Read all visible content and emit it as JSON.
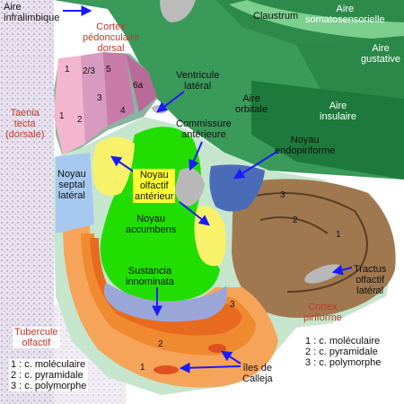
{
  "labels": {
    "aire_infralimbique": [
      "Aire",
      "infralimbique"
    ],
    "cortex_pedonculaire": [
      "Cortex",
      "pédonculaire",
      "dorsal"
    ],
    "claustrum": "Claustrum",
    "aire_somatosensorielle": [
      "Aire",
      "somatosensorielle"
    ],
    "aire_gustative": [
      "Aire",
      "gustative"
    ],
    "ventricule_lateral": [
      "Ventricule",
      "latéral"
    ],
    "aire_orbitale": [
      "Aire",
      "orbitale"
    ],
    "aire_insulaire": [
      "Aire",
      "insulaire"
    ],
    "taenia_tecta": [
      "Taenia",
      "tecta",
      "(dorsale)"
    ],
    "commissure_anterieure": [
      "Commissure",
      "antérieure"
    ],
    "noyau_endopiriforme": [
      "Noyau",
      "endopiriforme"
    ],
    "noyau_septal_lateral": [
      "Noyau",
      "septal",
      "latéral"
    ],
    "noyau_olfactif_anterieur": [
      "Noyau",
      "olfactif",
      "antérieur"
    ],
    "noyau_accumbens": [
      "Noyau",
      "accumbens"
    ],
    "substancia_innominata": [
      "Sustancia",
      "innominata"
    ],
    "tractus_olfactif_lateral": [
      "Tractus",
      "olfactif",
      "latéral"
    ],
    "cortex_piriforme": [
      "Cortex",
      "piriforme"
    ],
    "tubercule_olfactif": [
      "Tubercule",
      "olfactif"
    ],
    "iles_de_calleja": [
      "îles de",
      "Calleja"
    ]
  },
  "legend_left": [
    "1 : c. moléculaire",
    "2 : c. pyramidale",
    "3 : c. polymorphe"
  ],
  "legend_right": [
    "1 : c. moléculaire",
    "2 : c. pyramidale",
    "3 : c. polymorphe"
  ],
  "layer_numbers": {
    "cortex": [
      "1",
      "2/3",
      "5",
      "6a",
      "3",
      "4",
      "1",
      "2"
    ],
    "piriform": [
      "3",
      "2",
      "1"
    ],
    "tubercle": [
      "3",
      "2",
      "1"
    ]
  },
  "colors": {
    "arrow": "#1a1aff",
    "accumbens": "#22dd00",
    "olfactory_nucleus": "#f7f26a",
    "septal": "#a6c8f0",
    "endopiriform": "#4a6cb8",
    "piriform_cortex": "#a07850",
    "tubercle": "#f5a45a",
    "cortex_dark": "#1e7a3c",
    "cortex_light": "#7fc89a",
    "label_red": "#c0392b"
  }
}
